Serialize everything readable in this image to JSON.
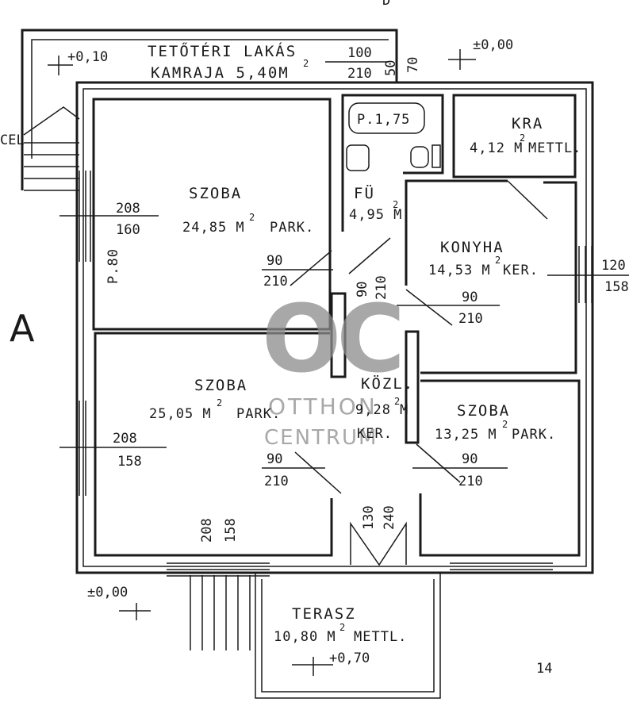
{
  "plan": {
    "attic_title": "TETŐTÉRI LAKÁS",
    "attic_storage": "KAMRAJA 5,40M",
    "attic_storage_sup": "2",
    "level_left_top": "+0,10",
    "level_right_top": "±0,00",
    "level_bottom_left": "±0,00",
    "level_terrace": "+0,70",
    "top_door_w": "100",
    "top_door_h": "210",
    "top_vertical_dims": [
      "50",
      "70"
    ],
    "page_letter": "A",
    "left_cut_text": "CEL",
    "corner_letter": "D",
    "page_number": "14"
  },
  "rooms": {
    "szoba1": {
      "name": "SZOBA",
      "area": "24,85 M",
      "sup": "2",
      "floor": "PARK."
    },
    "szoba2": {
      "name": "SZOBA",
      "area": "25,05 M",
      "sup": "2",
      "floor": "PARK."
    },
    "szoba3": {
      "name": "SZOBA",
      "area": "13,25 M",
      "sup": "2",
      "floor": "PARK."
    },
    "konyha": {
      "name": "KONYHA",
      "area": "14,53 M",
      "sup": "2",
      "floor": "KER."
    },
    "kra": {
      "name": "KRA",
      "area": "4,12 M",
      "sup": "2",
      "floor": "METTL."
    },
    "fu": {
      "name": "FÜ",
      "area": "4,95 M",
      "sup": "2"
    },
    "kozl": {
      "name": "KÖZL.",
      "area": "9,28 M",
      "sup": "2",
      "floor": "KER."
    },
    "terasz": {
      "name": "TERASZ",
      "area": "10,80 M",
      "sup": "2",
      "floor": "METTL."
    },
    "bath_label": "P.1,75",
    "parapet_label": "P.80"
  },
  "dims": {
    "win_left_top": {
      "w": "208",
      "h": "160"
    },
    "win_left_bottom": {
      "w": "208",
      "h": "158"
    },
    "win_bottom": {
      "w": "208",
      "h": "158"
    },
    "win_right": {
      "w": "120",
      "h": "158"
    },
    "door_room1": {
      "w": "90",
      "h": "210"
    },
    "door_bath": {
      "w": "90",
      "h": "210"
    },
    "door_kitchen": {
      "w": "90",
      "h": "210"
    },
    "door_room2": {
      "w": "90",
      "h": "210"
    },
    "door_room3": {
      "w": "90",
      "h": "210"
    },
    "door_entry": {
      "w": "130",
      "h": "240"
    }
  },
  "watermark": {
    "logo": "OC",
    "line1": "OTTHON",
    "line2": "CENTRUM"
  }
}
